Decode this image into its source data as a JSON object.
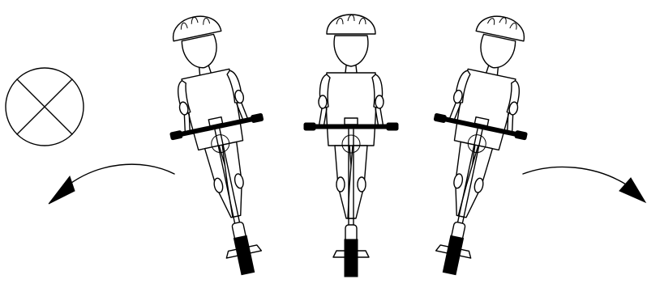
{
  "figure": {
    "riders": [
      {
        "pose": "lean-left",
        "tilt_deg": -12
      },
      {
        "pose": "upright",
        "tilt_deg": 0
      },
      {
        "pose": "lean-right",
        "tilt_deg": 12
      }
    ],
    "arrows": [
      {
        "direction": "left"
      },
      {
        "direction": "right"
      }
    ],
    "prohibition_symbol": true
  }
}
